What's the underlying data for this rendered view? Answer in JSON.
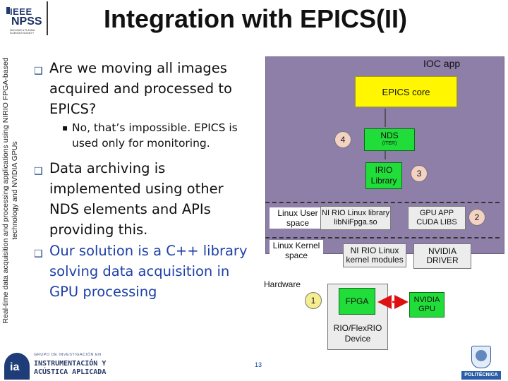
{
  "header": {
    "logo_brand": "IEEE",
    "logo_name": "NPSS",
    "logo_subtitle": "NUCLEAR & PLASMA SCIENCES SOCIETY",
    "title": "Integration with EPICS(II)"
  },
  "side_caption": "Real-time data acquisition and processing applications using NIRIO FPGA-based technology and NVIDIA GPUs",
  "bullets": [
    {
      "level": 1,
      "text": "Are we moving all images acquired and processed to EPICS?",
      "color": "#111111"
    },
    {
      "level": 2,
      "text": "No, that’s impossible. EPICS is used only for monitoring."
    },
    {
      "level": 1,
      "text": "Data archiving is implemented using other NDS elements and APIs providing this.",
      "color": "#111111"
    },
    {
      "level": 1,
      "text": "Our solution is a C++ library solving data acquisition in GPU processing",
      "color": "#1d40a8"
    }
  ],
  "diagram": {
    "ioc_label": "IOC app",
    "epics_core": "EPICS core",
    "nds": "NDS",
    "nds_sub": "(ITER)",
    "irio_line1": "IRIO",
    "irio_line2": "Library",
    "linux_user_line1": "Linux User",
    "linux_user_line2": "space",
    "linux_kernel_line1": "Linux Kernel",
    "linux_kernel_line2": "space",
    "nirio_lib_line1": "NI RIO Linux library",
    "nirio_lib_line2": "libNiFpga.so",
    "gpu_app_line1": "GPU APP",
    "gpu_app_line2": "CUDA LIBS",
    "nirio_km_line1": "NI RIO Linux",
    "nirio_km_line2": "kernel modules",
    "nvidia_drv_line1": "NVIDIA",
    "nvidia_drv_line2": "DRIVER",
    "hardware": "Hardware",
    "fpga": "FPGA",
    "rio_line1": "RIO/FlexRIO",
    "rio_line2": "Device",
    "nvgpu_line1": "NVIDIA",
    "nvgpu_line2": "GPU",
    "markers": [
      "1",
      "2",
      "3",
      "4"
    ],
    "colors": {
      "ioc": "#8e7fa8",
      "core": "#fff600",
      "green": "#21dd39"
    }
  },
  "footer": {
    "group_small": "GRUPO DE INVESTIGACIÓN EN",
    "group_line1": "INSTRUMENTACIÓN Y",
    "group_line2": "ACÚSTICA APLICADA",
    "ia_mark": "ia",
    "page_number": "13",
    "university_band": "POLITÉCNICA"
  }
}
